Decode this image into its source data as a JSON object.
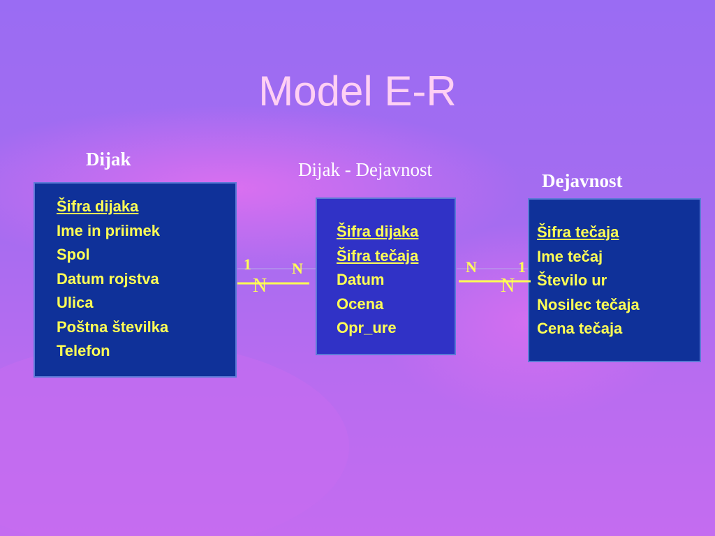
{
  "title": "Model E-R",
  "entities": {
    "dijak": {
      "label": "Dijak",
      "attributes": [
        "Šifra dijaka",
        "Ime in priimek",
        "Spol",
        "Datum rojstva",
        "Ulica",
        "Poštna številka",
        "Telefon"
      ]
    },
    "relationship": {
      "label": "Dijak - Dejavnost",
      "attributes": [
        "Šifra dijaka",
        "Šifra tečaja",
        "Datum",
        "Ocena",
        "Opr_ure"
      ]
    },
    "dejavnost": {
      "label": "Dejavnost",
      "attributes": [
        "Šifra tečaja",
        "Ime tečaj",
        "Število ur",
        "Nosilec tečaja",
        "Cena tečaja"
      ]
    }
  },
  "cardinalities": {
    "left": {
      "one": "1",
      "many_small": "N",
      "many_big": "N"
    },
    "right": {
      "many_small": "N",
      "one": "1",
      "many_big": "N"
    }
  },
  "colors": {
    "entity_box": "#0f3199",
    "relationship_box": "#3032c6",
    "attribute_text": "#ffff55",
    "title_text": "#ffd0f4"
  }
}
